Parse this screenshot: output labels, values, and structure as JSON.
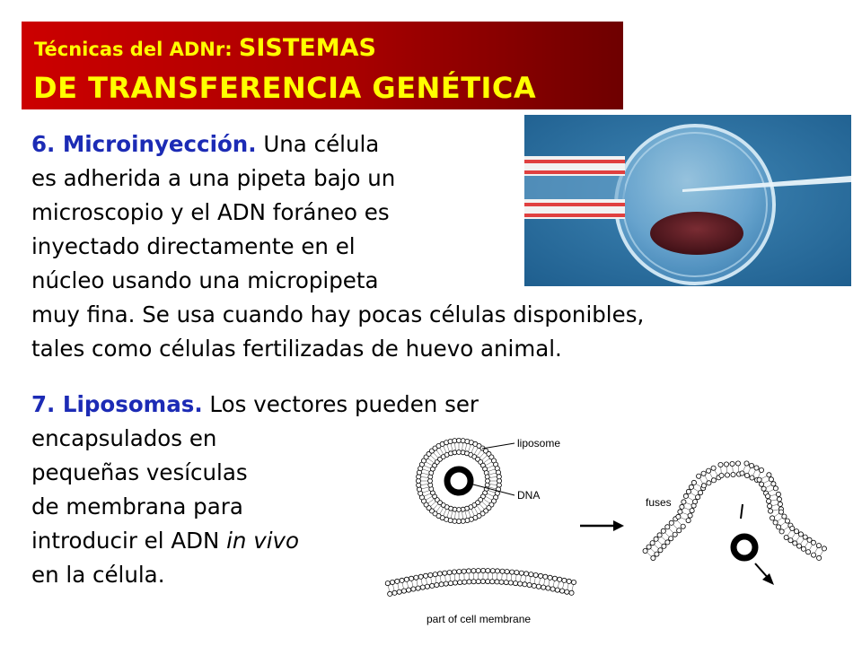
{
  "title": {
    "line1_prefix": "Técnicas del ADNr: ",
    "line1_main": "SISTEMAS",
    "line2": "DE TRANSFERENCIA GENÉTICA"
  },
  "section6": {
    "heading": "6. Microinyección.",
    "lines": [
      " Una célula",
      "es adherida a una pipeta  bajo un",
      "microscopio y el ADN foráneo es",
      "inyectado directamente en el",
      "núcleo usando una micropipeta",
      "muy fina. Se usa cuando hay pocas células disponibles,",
      "tales como células fertilizadas de huevo animal."
    ]
  },
  "section7": {
    "heading": "7. Liposomas.",
    "lines": [
      " Los vectores pueden ser",
      "encapsulados en",
      "pequeñas vesículas",
      "de membrana para",
      "introducir el ADN "
    ],
    "line5_italic": "in vivo",
    "line6": "en la célula."
  },
  "diagram": {
    "liposome_label": "liposome",
    "dna_label": "DNA",
    "fuses_label": "fuses",
    "membrane_label": "part of cell membrane"
  },
  "colors": {
    "heading_blue": "#1c2bb5",
    "title_yellow": "#ffff00",
    "title_red": "#cc0000"
  }
}
